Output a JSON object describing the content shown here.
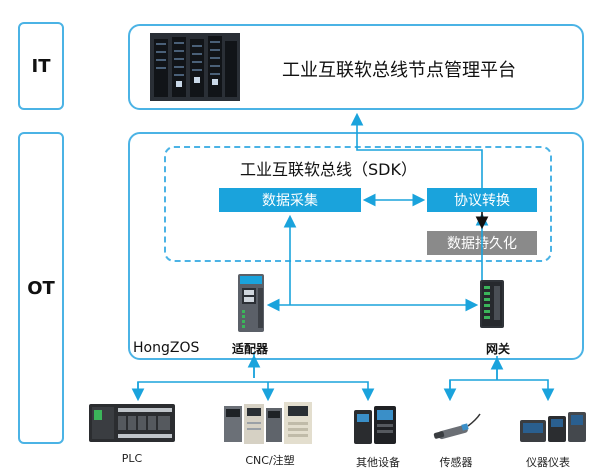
{
  "layers": {
    "it_label": "IT",
    "ot_label": "OT"
  },
  "platform": {
    "title": "工业互联软总线节点管理平台"
  },
  "sdk": {
    "title": "工业互联软总线（SDK）",
    "data_collection": "数据采集",
    "protocol_conversion": "协议转换",
    "data_persistence": "数据持久化"
  },
  "ot_panel": {
    "os_label": "HongZOS",
    "adapter_label": "适配器",
    "gateway_label": "网关"
  },
  "devices": [
    {
      "label": "PLC",
      "icon": "plc-icon"
    },
    {
      "label": "CNC/注塑",
      "icon": "cnc-machines-icon"
    },
    {
      "label": "其他设备",
      "icon": "drive-device-icon"
    },
    {
      "label": "传感器",
      "icon": "sensor-icon"
    },
    {
      "label": "仪器仪表",
      "icon": "instrument-meter-icon"
    }
  ],
  "colors": {
    "accent_blue": "#1aa3dc",
    "border_blue": "#4bb3e5",
    "gray_box": "#8a8a8a"
  }
}
